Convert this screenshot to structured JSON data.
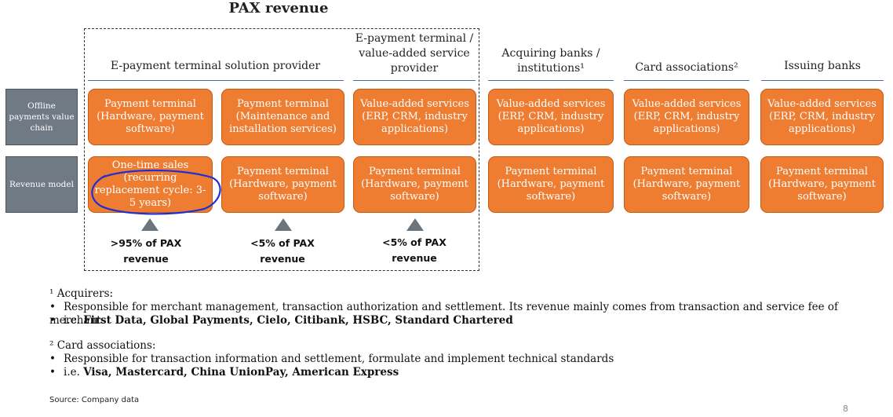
{
  "title": "PAX revenue",
  "columns": [
    "E-payment terminal solution provider",
    "E-payment terminal / value-added service provider",
    "Acquiring banks / institutions¹",
    "Card associations²",
    "Issuing banks"
  ],
  "row_labels": [
    "Offline payments value chain",
    "Revenue model"
  ],
  "row1": [
    "Payment terminal (Hardware, payment software)",
    "Payment terminal (Maintenance and installation services)",
    "Value-added services (ERP, CRM, industry applications)",
    "Value-added services (ERP, CRM, industry applications)",
    "Value-added services (ERP, CRM, industry applications)",
    "Value-added services (ERP, CRM, industry applications)"
  ],
  "row2": [
    "One-time sales (recurring replacement cycle: 3-5 years)",
    "Payment terminal (Hardware, payment software)",
    "Payment terminal (Hardware, payment software)",
    "Payment terminal (Hardware, payment software)",
    "Payment terminal (Hardware, payment software)",
    "Payment terminal (Hardware, payment software)"
  ],
  "shares": [
    ">95% of PAX revenue",
    "<5% of PAX revenue",
    "<5% of PAX revenue"
  ],
  "footnotes": {
    "acq_title": "¹ Acquirers:",
    "acq_b1": "Responsible for merchant management, transaction authorization and settlement. Its revenue mainly comes from transaction and service fee of merchants",
    "acq_b2_prefix": "i.e. ",
    "acq_b2_bold": "First Data, Global Payments,  Cielo, Citibank, HSBC, Standard Chartered",
    "card_title": "² Card associations:",
    "card_b1": "Responsible for transaction information and settlement, formulate and implement technical standards",
    "card_b2_prefix": "i.e. ",
    "card_b2_bold": "Visa, Mastercard, China UnionPay, American Express"
  },
  "bullet": "•",
  "source": "Source: Company data",
  "page_number": "8",
  "colors": {
    "box": "#ee7d31",
    "label": "#707a85",
    "circle": "#1f2fd6"
  }
}
